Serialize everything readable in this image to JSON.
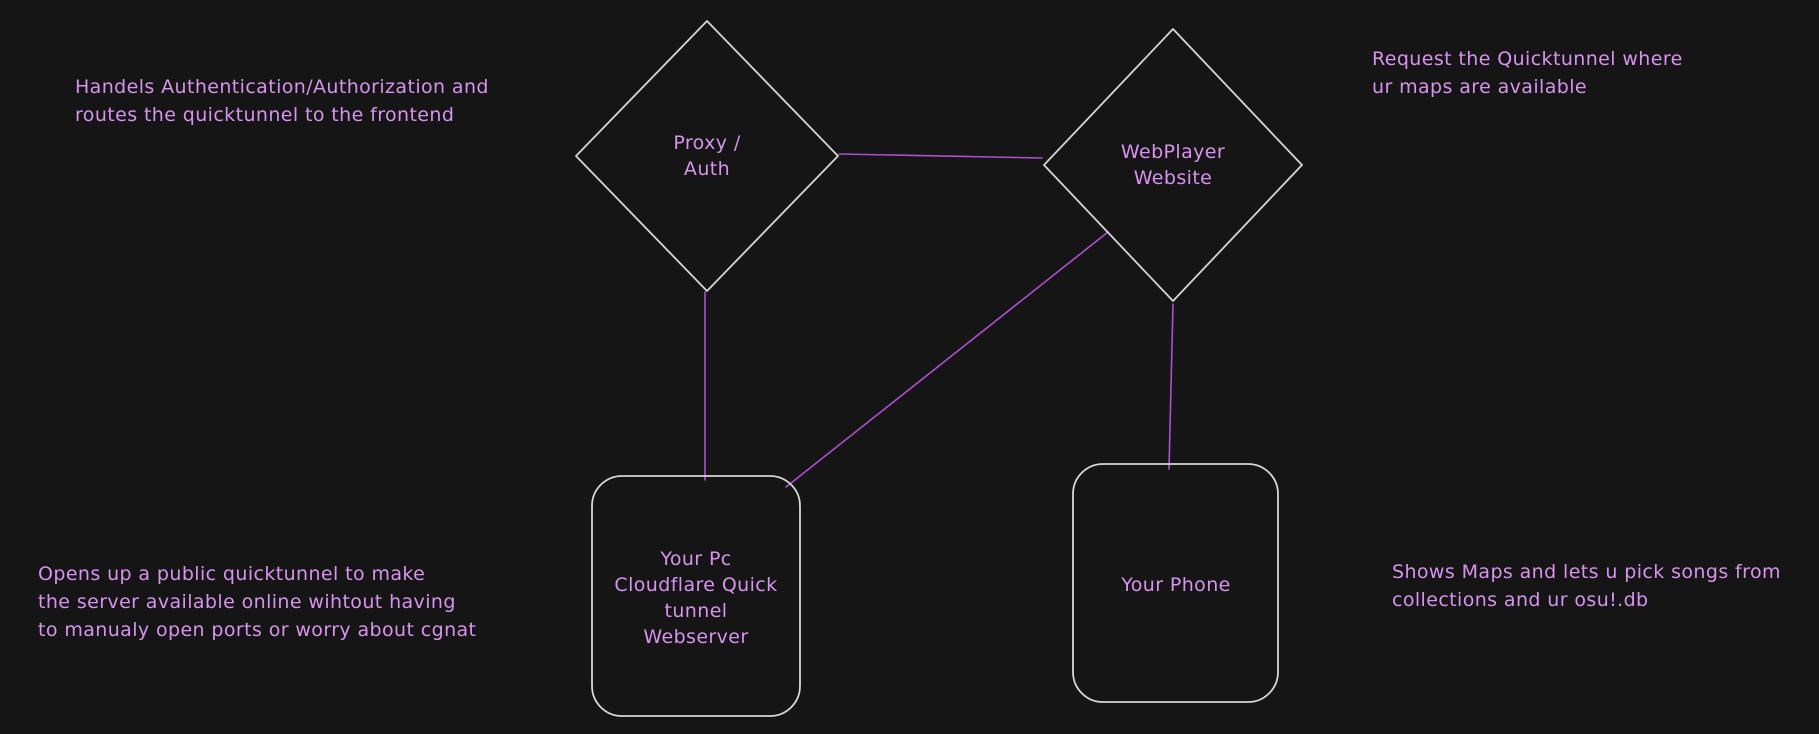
{
  "canvas": {
    "background": "#151515"
  },
  "colors": {
    "node_stroke": "#d6d6d6",
    "node_label": "#d793ee",
    "connector": "#ad4fd2",
    "annotation": "#d793ee"
  },
  "nodes": [
    {
      "id": "proxy-auth",
      "shape": "diamond",
      "label": "Proxy /\nAuth"
    },
    {
      "id": "webplayer-website",
      "shape": "diamond",
      "label": "WebPlayer\nWebsite"
    },
    {
      "id": "pc-webserver",
      "shape": "rounded-rect",
      "label": "Your Pc\nCloudflare Quick\ntunnel\nWebserver"
    },
    {
      "id": "your-phone",
      "shape": "rounded-rect",
      "label": "Your Phone"
    }
  ],
  "annotations": [
    {
      "id": "proxy-note",
      "text": "Handels Authentication/Authorization and\nroutes the quicktunnel to the frontend"
    },
    {
      "id": "webplayer-note",
      "text": "Request the Quicktunnel where\nur maps are available"
    },
    {
      "id": "pc-note",
      "text": "Opens up a public quicktunnel to make\nthe server available online wihtout having\nto manualy open ports or worry about cgnat"
    },
    {
      "id": "phone-note",
      "text": "Shows Maps and lets u pick songs from\ncollections and ur osu!.db"
    }
  ],
  "connectors": [
    {
      "id": "proxy-to-webplayer",
      "from": "proxy-auth",
      "to": "webplayer-website"
    },
    {
      "id": "proxy-to-pc",
      "from": "proxy-auth",
      "to": "pc-webserver"
    },
    {
      "id": "webplayer-to-pc",
      "from": "webplayer-website",
      "to": "pc-webserver"
    },
    {
      "id": "webplayer-to-phone",
      "from": "webplayer-website",
      "to": "your-phone"
    }
  ]
}
